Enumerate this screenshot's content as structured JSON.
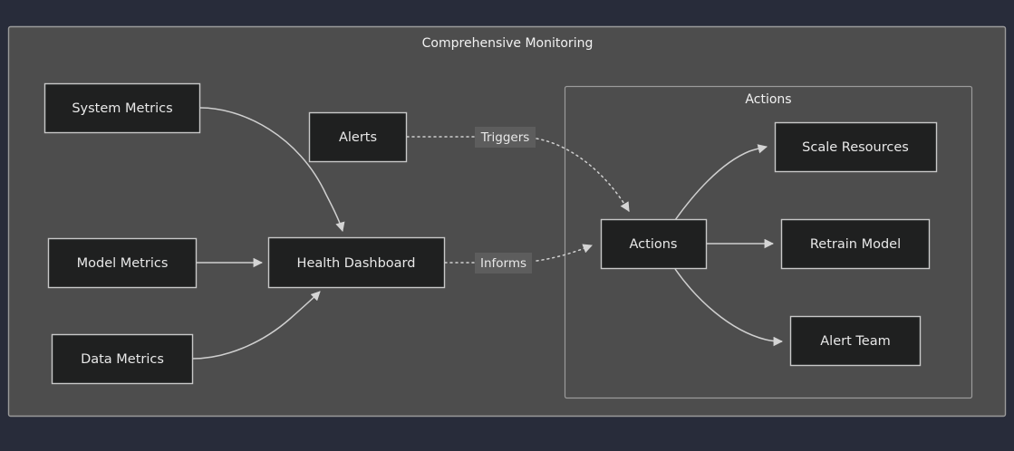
{
  "diagram": {
    "type": "flowchart",
    "panel_title": "Comprehensive Monitoring",
    "colors": {
      "page_background": "#282c3a",
      "panel_background": "#4d4d4d",
      "panel_border": "#9b9b9b",
      "node_fill": "#1f2020",
      "node_border": "#c8c8c8",
      "node_text": "#e8e8e8",
      "edge_stroke": "#cfcfcf",
      "edge_label_background": "#5d5d5d"
    },
    "clusters": [
      {
        "id": "actions_cluster",
        "title": "Actions"
      }
    ],
    "nodes": [
      {
        "id": "system_metrics",
        "label": "System Metrics"
      },
      {
        "id": "model_metrics",
        "label": "Model Metrics"
      },
      {
        "id": "data_metrics",
        "label": "Data Metrics"
      },
      {
        "id": "alerts",
        "label": "Alerts"
      },
      {
        "id": "health_dashboard",
        "label": "Health Dashboard"
      },
      {
        "id": "actions",
        "label": "Actions"
      },
      {
        "id": "scale_resources",
        "label": "Scale Resources"
      },
      {
        "id": "retrain_model",
        "label": "Retrain Model"
      },
      {
        "id": "alert_team",
        "label": "Alert Team"
      }
    ],
    "edges": [
      {
        "from": "system_metrics",
        "to": "health_dashboard",
        "label": "",
        "style": "solid"
      },
      {
        "from": "model_metrics",
        "to": "health_dashboard",
        "label": "",
        "style": "solid"
      },
      {
        "from": "data_metrics",
        "to": "health_dashboard",
        "label": "",
        "style": "solid"
      },
      {
        "from": "alerts",
        "to": "actions",
        "label": "Triggers",
        "style": "dotted"
      },
      {
        "from": "health_dashboard",
        "to": "actions",
        "label": "Informs",
        "style": "dotted"
      },
      {
        "from": "actions",
        "to": "scale_resources",
        "label": "",
        "style": "solid"
      },
      {
        "from": "actions",
        "to": "retrain_model",
        "label": "",
        "style": "solid"
      },
      {
        "from": "actions",
        "to": "alert_team",
        "label": "",
        "style": "solid"
      }
    ],
    "edge_labels": [
      {
        "id": "triggers_label",
        "text": "Triggers"
      },
      {
        "id": "informs_label",
        "text": "Informs"
      }
    ]
  }
}
